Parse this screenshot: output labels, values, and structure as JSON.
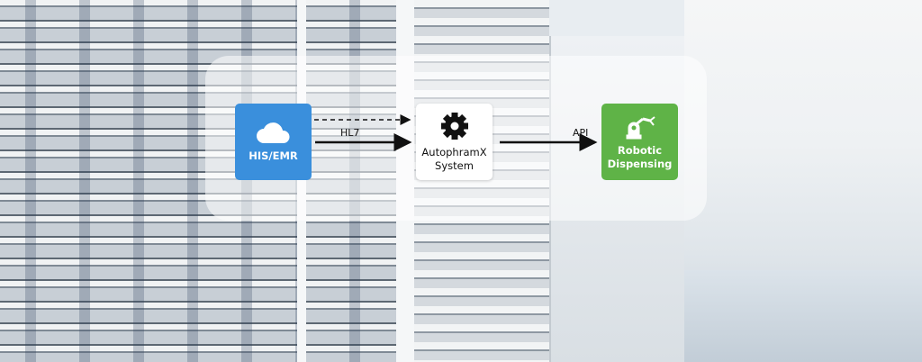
{
  "diagram": {
    "nodes": [
      {
        "id": "his",
        "label": "HIS/EMR",
        "icon": "cloud-icon",
        "color": "#3a8fdc"
      },
      {
        "id": "autophramx",
        "label_line1": "AutophramX",
        "label_line2": "System",
        "icon": "gear-icon",
        "color": "#ffffff"
      },
      {
        "id": "robotic",
        "label_line1": "Robotic",
        "label_line2": "Dispensing",
        "icon": "robot-arm-icon",
        "color": "#5fb347"
      }
    ],
    "edges": [
      {
        "from": "his",
        "to": "autophramx",
        "label": "HL7",
        "style": "solid"
      },
      {
        "from": "his",
        "to": "autophramx",
        "label": "",
        "style": "dashed"
      },
      {
        "from": "autophramx",
        "to": "robotic",
        "label": "API",
        "style": "solid"
      }
    ]
  }
}
